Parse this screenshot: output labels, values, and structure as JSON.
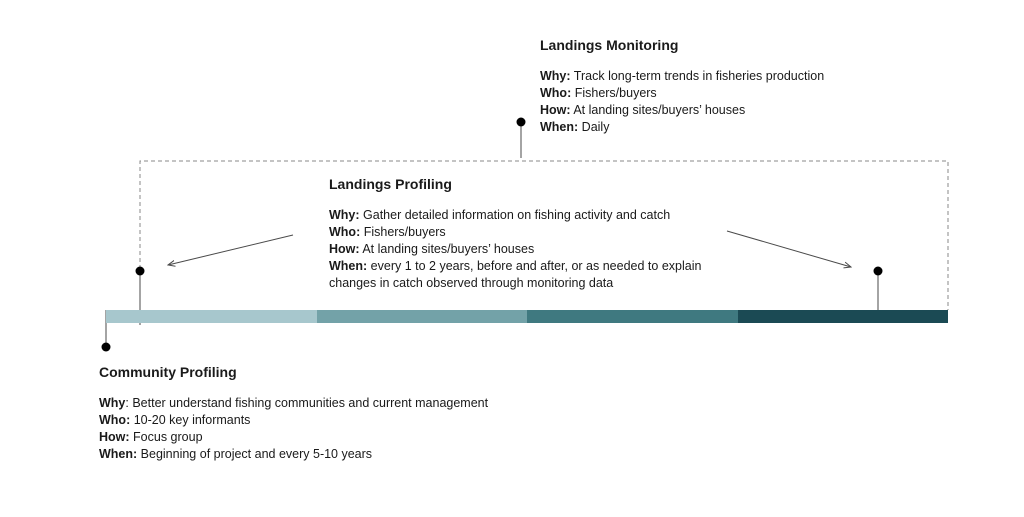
{
  "timeline": {
    "segments": [
      {
        "color": "#a7c7cd"
      },
      {
        "color": "#73a2a8"
      },
      {
        "color": "#3f7980"
      },
      {
        "color": "#1b4a54"
      }
    ]
  },
  "connector_color": "#4a4a4a",
  "dashed_box_color": "#8a8a8a",
  "landings_monitoring": {
    "title": "Landings Monitoring",
    "why_label": "Why:",
    "why": " Track long-term trends in fisheries production",
    "who_label": "Who:",
    "who": " Fishers/buyers",
    "how_label": "How:",
    "how": " At landing sites/buyers’ houses",
    "when_label": "When:",
    "when": " Daily"
  },
  "landings_profiling": {
    "title": "Landings Profiling",
    "why_label": "Why:",
    "why": "  Gather detailed information on fishing activity and catch",
    "who_label": "Who:",
    "who": " Fishers/buyers",
    "how_label": "How:",
    "how": " At landing sites/buyers’ houses",
    "when_label": "When:",
    "when": " every 1 to 2 years, before and after, or as needed to explain",
    "when_cont": "changes in catch observed through monitoring data"
  },
  "community_profiling": {
    "title": "Community Profiling",
    "why_label": "Why",
    "why": ": Better understand fishing  communities and current management",
    "who_label": "Who:",
    "who": " 10-20 key informants",
    "how_label": "How:",
    "how": " Focus group",
    "when_label": "When:",
    "when": " Beginning of project and every 5-10 years"
  }
}
